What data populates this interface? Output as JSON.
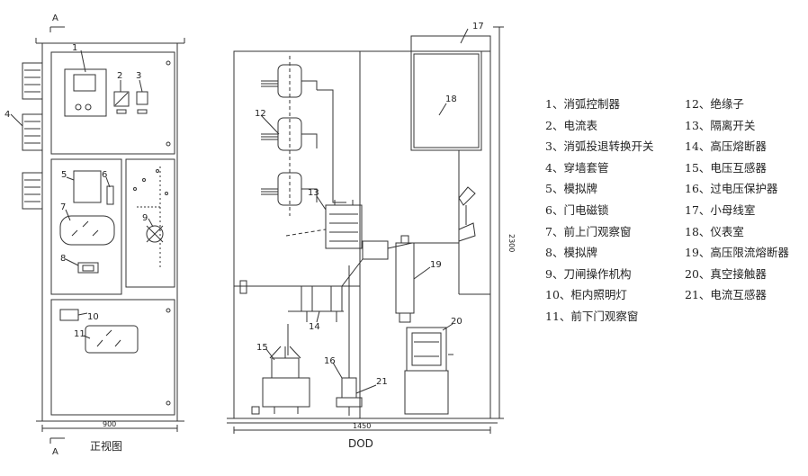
{
  "labels": {
    "front_view_title": "正视图",
    "side_view_title": "DOD",
    "section_marker_top": "A",
    "section_marker_bottom": "A",
    "dim_front_width": "900",
    "dim_side_width": "1450",
    "dim_height": "2300"
  },
  "callouts": [
    "1",
    "2",
    "3",
    "4",
    "5",
    "6",
    "7",
    "8",
    "9",
    "10",
    "11",
    "12",
    "13",
    "14",
    "15",
    "16",
    "17",
    "18",
    "19",
    "20",
    "21"
  ],
  "legend": {
    "left": [
      "1、消弧控制器",
      "2、电流表",
      "3、消弧投退转换开关",
      "4、穿墙套管",
      "5、模拟牌",
      "6、门电磁锁",
      "7、前上门观察窗",
      "8、模拟牌",
      "9、刀闸操作机构",
      "10、柜内照明灯",
      "11、前下门观察窗"
    ],
    "right": [
      "12、绝缘子",
      "13、隔离开关",
      "14、高压熔断器",
      "15、电压互感器",
      "16、过电压保护器",
      "17、小母线室",
      "18、仪表室",
      "19、高压限流熔断器",
      "20、真空接触器",
      "21、电流互感器"
    ]
  }
}
